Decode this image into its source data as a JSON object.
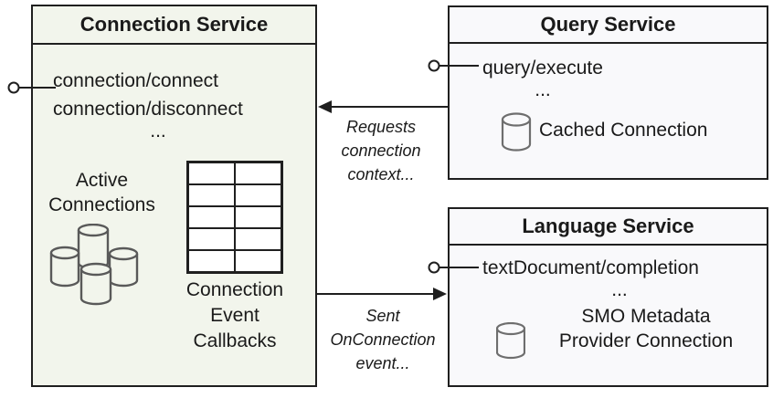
{
  "colors": {
    "connection_box_fill": "#f2f5ec",
    "service_box_fill": "#f9f9fb",
    "border": "#1f1f1f",
    "text": "#1a1a1a",
    "cluster_cylinder_stroke": "#595959",
    "cylinder_stroke": "#6e6e6e"
  },
  "connection_service": {
    "title": "Connection Service",
    "methods": [
      "connection/connect",
      "connection/disconnect"
    ],
    "methods_ellipsis": "...",
    "active_connections_label": "Active\nConnections",
    "callback_table": {
      "rows": 5,
      "cols": 2,
      "label": "Connection\nEvent\nCallbacks"
    }
  },
  "query_service": {
    "title": "Query Service",
    "methods": [
      "query/execute"
    ],
    "methods_ellipsis": "...",
    "cached_connection_label": "Cached Connection"
  },
  "language_service": {
    "title": "Language Service",
    "methods": [
      "textDocument/completion"
    ],
    "methods_ellipsis": "...",
    "smo_label": "SMO Metadata\nProvider Connection"
  },
  "arrows": {
    "requests": {
      "label": "Requests\nconnection\ncontext...",
      "from": "Query Service",
      "to": "Connection Service"
    },
    "sent": {
      "label": "Sent\nOnConnection\nevent...",
      "from": "Connection Service",
      "to": "Language Service"
    }
  }
}
